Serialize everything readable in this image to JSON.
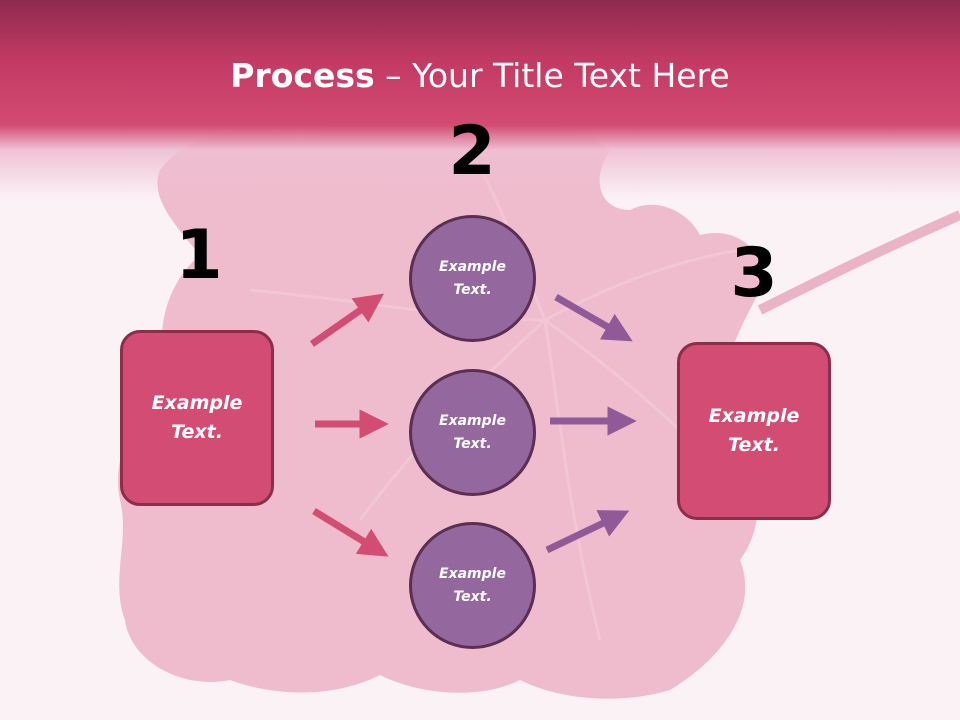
{
  "title": {
    "bold": "Process",
    "rest": " – Your Title Text Here"
  },
  "steps": {
    "one": "1",
    "two": "2",
    "three": "3"
  },
  "left_box": {
    "line1": "Example",
    "line2": "Text."
  },
  "right_box": {
    "line1": "Example",
    "line2": "Text."
  },
  "circles": [
    {
      "line1": "Example",
      "line2": "Text."
    },
    {
      "line1": "Example",
      "line2": "Text."
    },
    {
      "line1": "Example",
      "line2": "Text."
    }
  ],
  "colors": {
    "header": "#c23a64",
    "box": "#d24c73",
    "box_border": "#8d2d4c",
    "circle": "#94689f",
    "circle_border": "#5b2e52",
    "arrow_left": "#d24c73",
    "arrow_right": "#8f5a97"
  }
}
